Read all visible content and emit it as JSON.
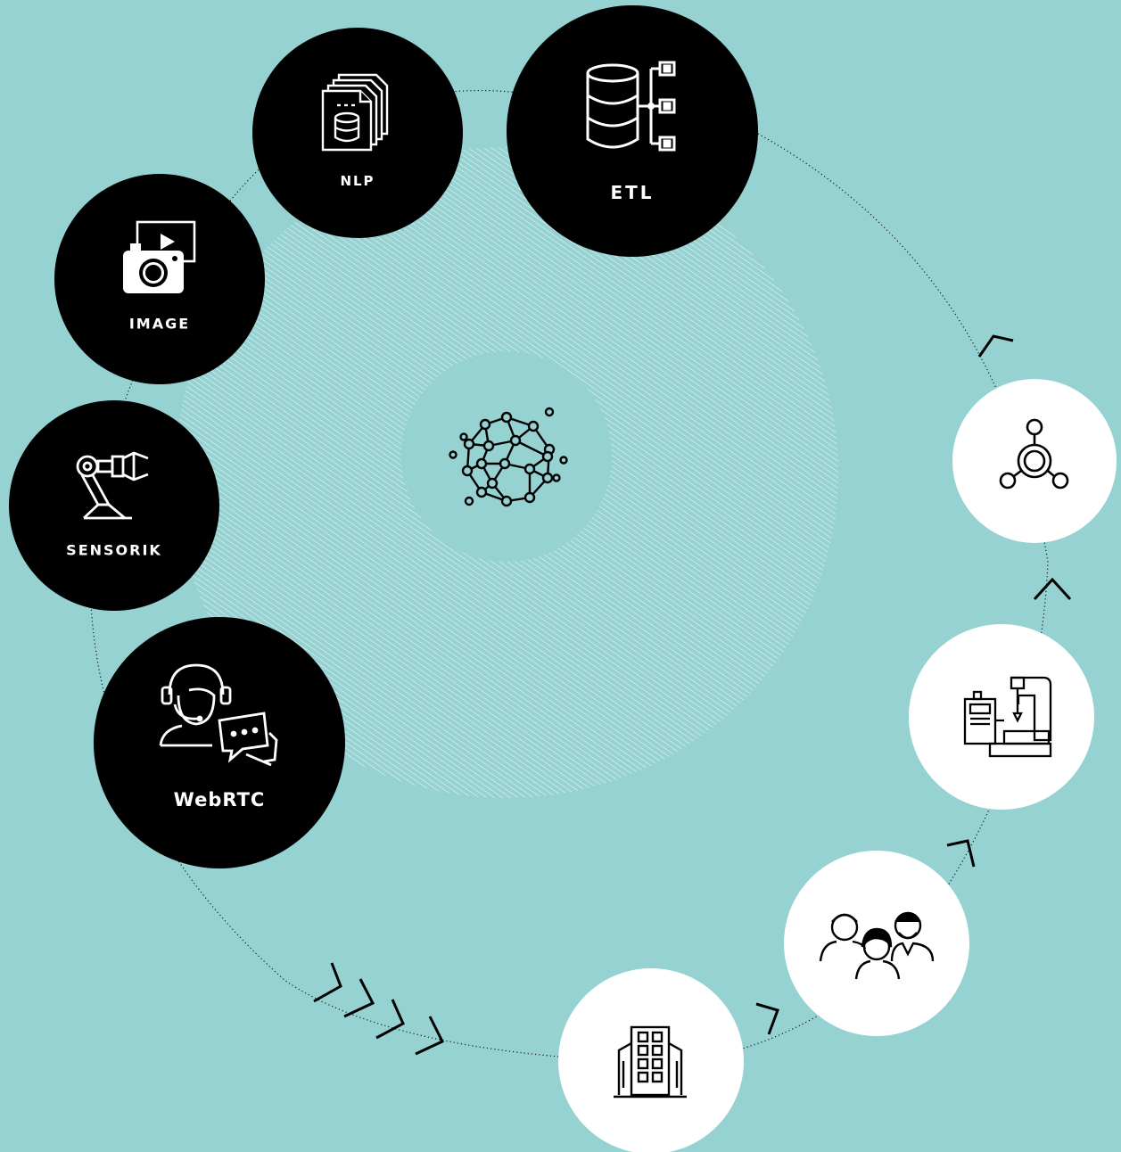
{
  "colors": {
    "background": "#96d2d2",
    "source_node": "#000000",
    "step_node": "#ffffff",
    "label": "#ffffff"
  },
  "sources": [
    {
      "id": "etl",
      "label": "ETL",
      "icon": "database-etl-icon"
    },
    {
      "id": "nlp",
      "label": "NLP",
      "icon": "document-stack-icon"
    },
    {
      "id": "image",
      "label": "IMAGE",
      "icon": "camera-video-icon"
    },
    {
      "id": "sensorik",
      "label": "SENSORIK",
      "icon": "robot-arm-icon"
    },
    {
      "id": "webrtc",
      "label": "WebRTC",
      "icon": "headset-chat-icon"
    }
  ],
  "steps": [
    {
      "id": "building",
      "icon": "office-building-icon"
    },
    {
      "id": "people",
      "icon": "user-group-icon"
    },
    {
      "id": "machine",
      "icon": "cnc-machine-icon"
    },
    {
      "id": "network",
      "icon": "network-hub-icon"
    }
  ],
  "center": {
    "icon": "neural-network-icon"
  }
}
